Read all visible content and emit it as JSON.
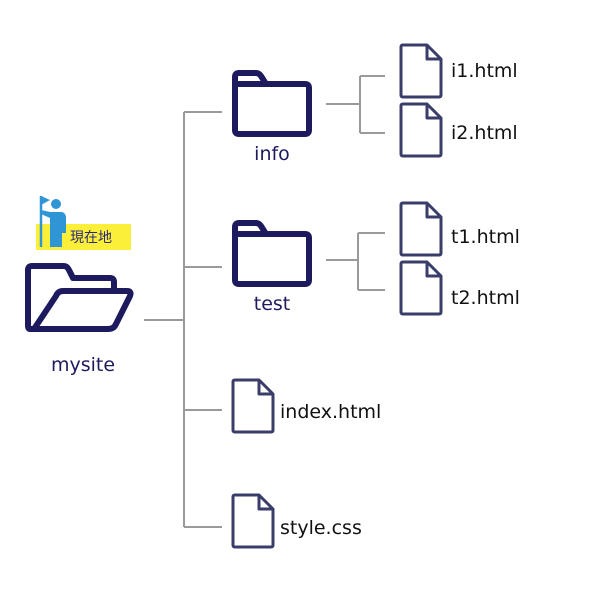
{
  "colors": {
    "folder_stroke": "#1d1a5e",
    "file_stroke": "#3a3c6a",
    "connector": "#9a9a9a",
    "badge_bg": "#fbef3a",
    "person_icon": "#2f95d4"
  },
  "current_location_badge": "現在地",
  "root": {
    "label": "mysite",
    "icon": "open-folder-icon"
  },
  "children": [
    {
      "label": "info",
      "icon": "folder-icon",
      "files": [
        "i1.html",
        "i2.html"
      ]
    },
    {
      "label": "test",
      "icon": "folder-icon",
      "files": [
        "t1.html",
        "t2.html"
      ]
    }
  ],
  "root_files": [
    "index.html",
    "style.css"
  ]
}
